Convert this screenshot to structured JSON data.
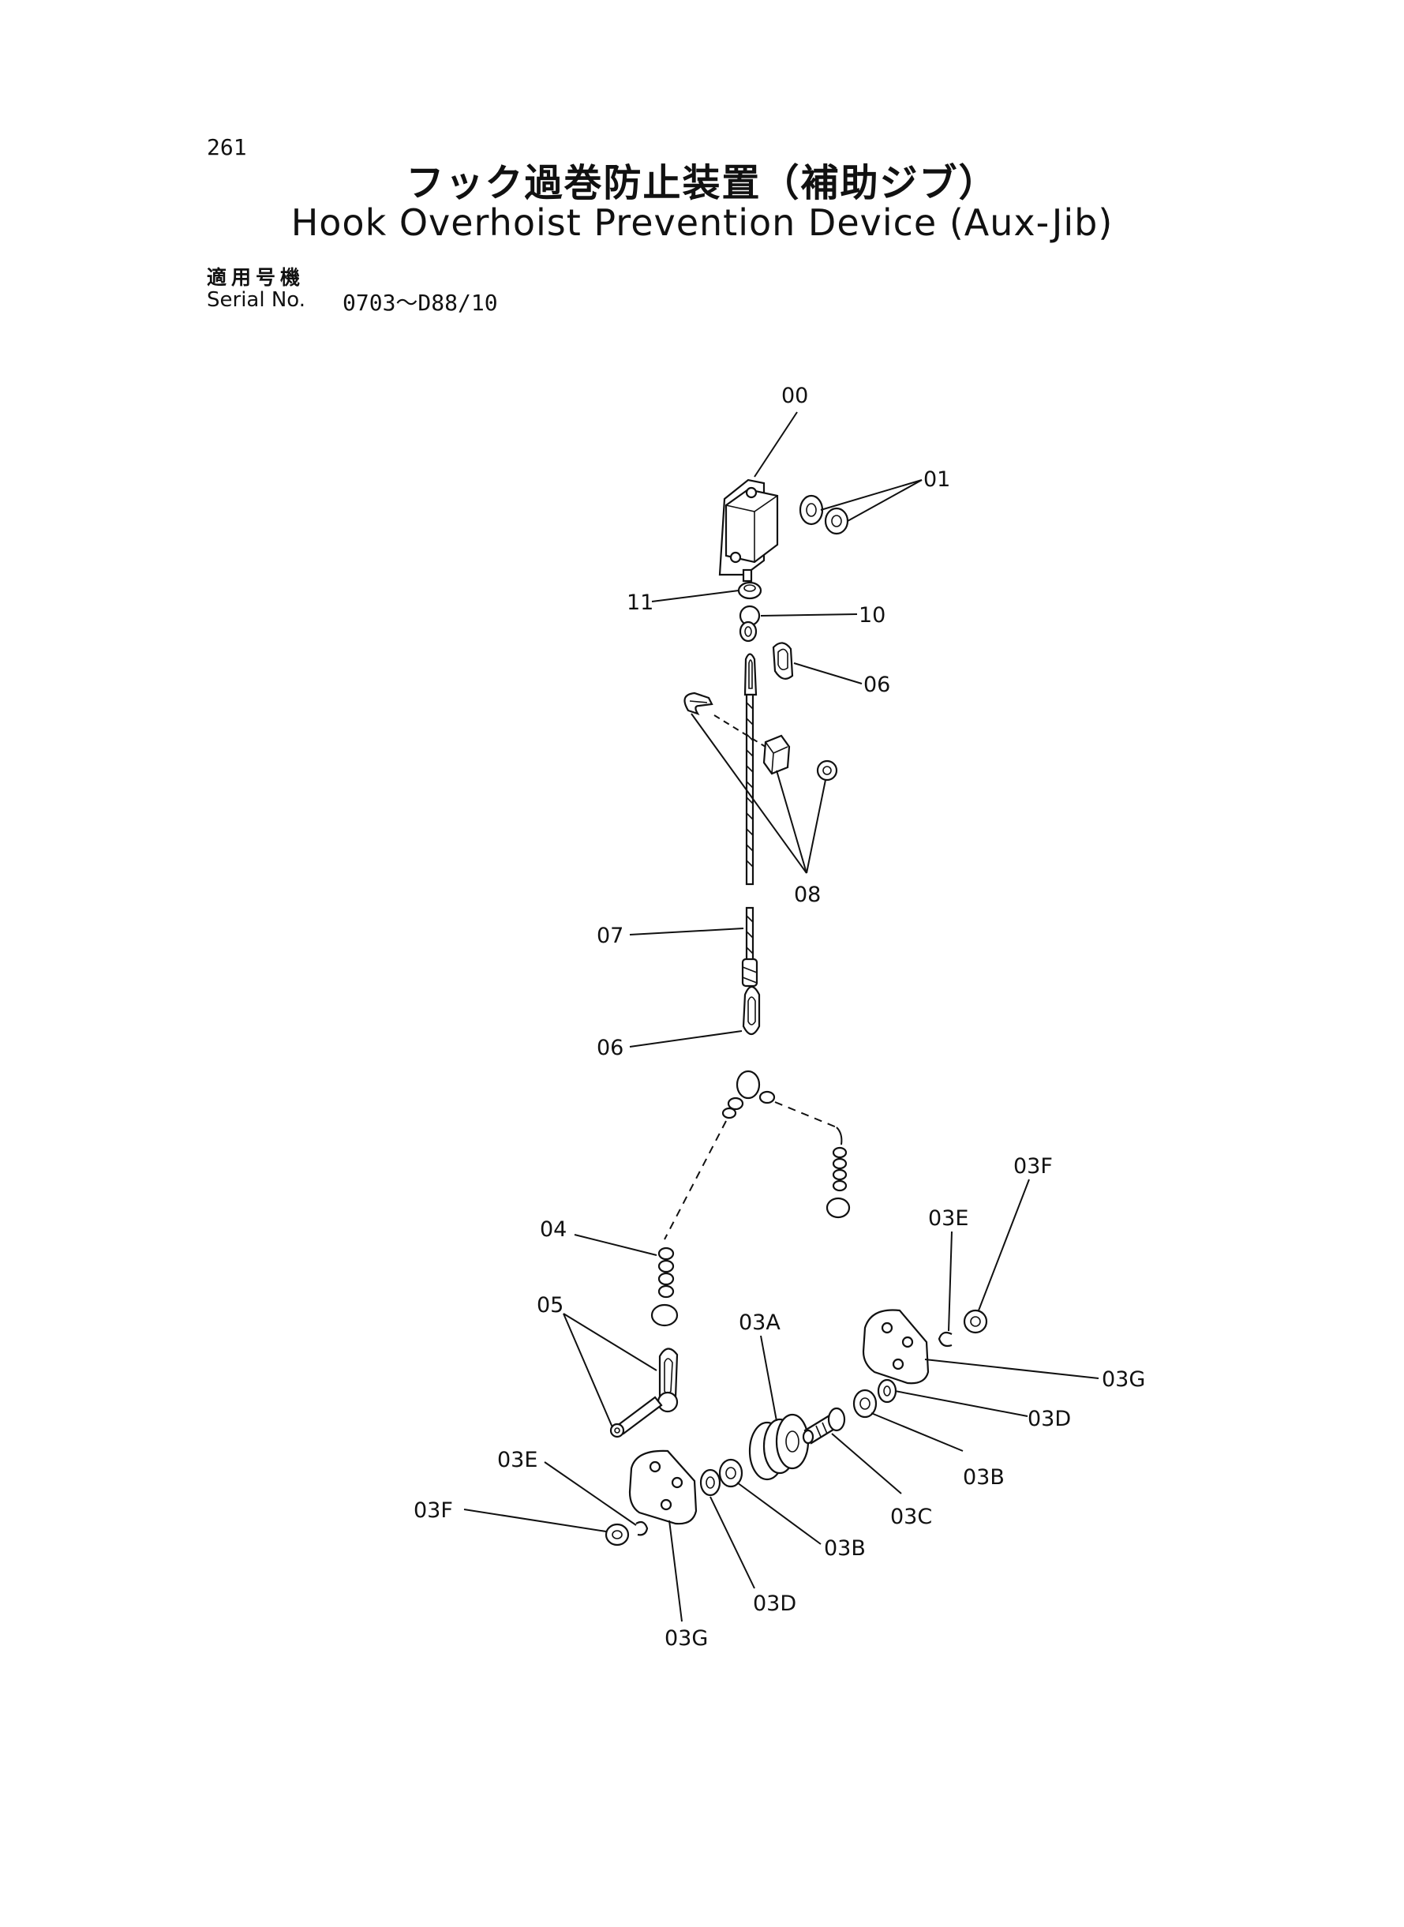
{
  "page_number": "261",
  "title_jp": "フック過巻防止装置（補助ジブ）",
  "title_en": "Hook Overhoist Prevention Device (Aux-Jib)",
  "serial": {
    "label_jp": "適用号機",
    "label_en": "Serial No.",
    "value": "0703～D88/10"
  },
  "callouts": [
    "00",
    "01",
    "11",
    "10",
    "06",
    "08",
    "07",
    "04",
    "05",
    "03F",
    "03E",
    "03A",
    "03G",
    "03D",
    "03B",
    "03C"
  ]
}
